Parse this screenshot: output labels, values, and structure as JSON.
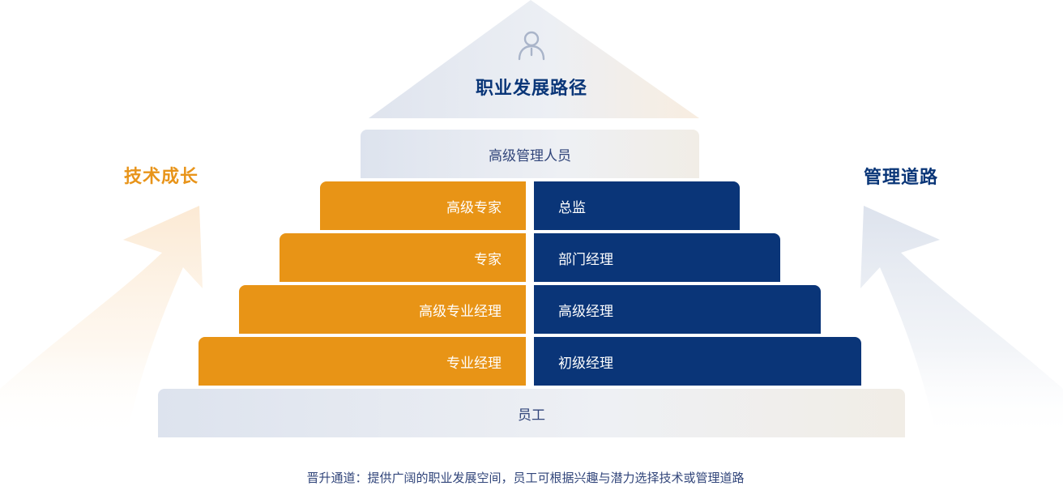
{
  "roof": {
    "title": "职业发展路径",
    "icon": "person-icon"
  },
  "left_track": {
    "label": "技术成长",
    "color": "#e8941a"
  },
  "right_track": {
    "label": "管理道路",
    "color": "#0a3678"
  },
  "top_level": {
    "label": "高级管理人员"
  },
  "levels": [
    {
      "tech": "高级专家",
      "management": "总监"
    },
    {
      "tech": "专家",
      "management": "部门经理"
    },
    {
      "tech": "高级专业经理",
      "management": "高级经理"
    },
    {
      "tech": "专业经理",
      "management": "初级经理"
    }
  ],
  "base_level": {
    "label": "员工"
  },
  "caption": "晋升通道：提供广阔的职业发展空间，员工可根据兴趣与潜力选择技术或管理道路",
  "colors": {
    "tech": "#e89416",
    "management": "#0a3578",
    "neutral": "#dde3ee"
  }
}
